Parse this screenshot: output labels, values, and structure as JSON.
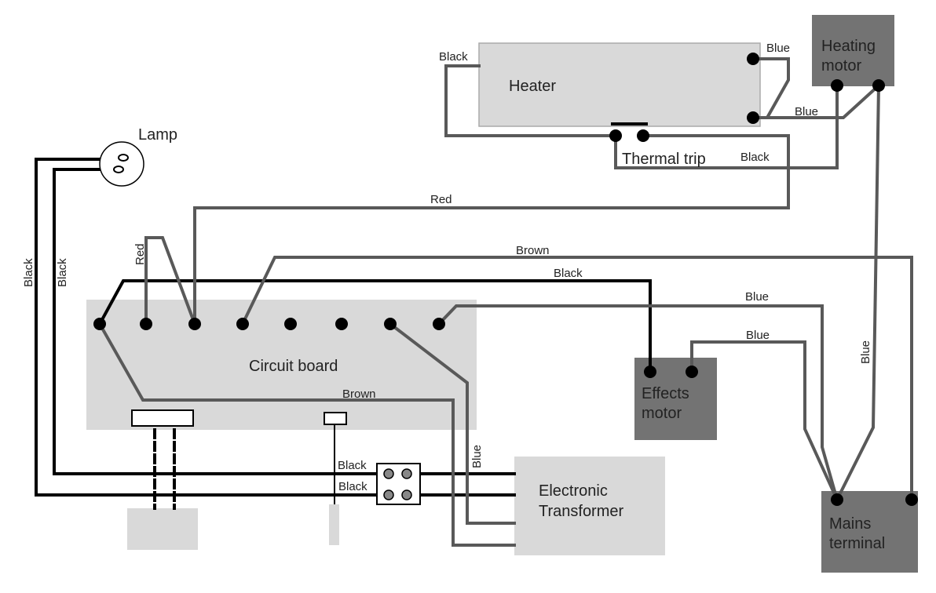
{
  "colors": {
    "panel_light": "#d9d9d9",
    "panel_dark": "#737373",
    "wire_black": "#000000",
    "wire_gray": "#595959",
    "terminal": "#000000"
  },
  "components": {
    "heater": "Heater",
    "heating_motor_1": "Heating",
    "heating_motor_2": "motor",
    "lamp": "Lamp",
    "thermal_trip": "Thermal trip",
    "circuit_board": "Circuit board",
    "effects_motor_1": "Effects",
    "effects_motor_2": "motor",
    "transformer_1": "Electronic",
    "transformer_2": "Transformer",
    "mains_1": "Mains",
    "mains_2": "terminal"
  },
  "wires": {
    "heater_left_black": "Black",
    "heater_right_blue": "Blue",
    "heater_motor_blue": "Blue",
    "trip_black": "Black",
    "red_long": "Red",
    "red_short": "Red",
    "brown_top": "Brown",
    "black_top": "Black",
    "blue_upper": "Blue",
    "blue_lower": "Blue",
    "blue_vertical": "Blue",
    "lamp_black_outer": "Black",
    "lamp_black_inner": "Black",
    "brown_board": "Brown",
    "blue_transformer": "Blue",
    "black_upper": "Black",
    "black_lower": "Black"
  }
}
